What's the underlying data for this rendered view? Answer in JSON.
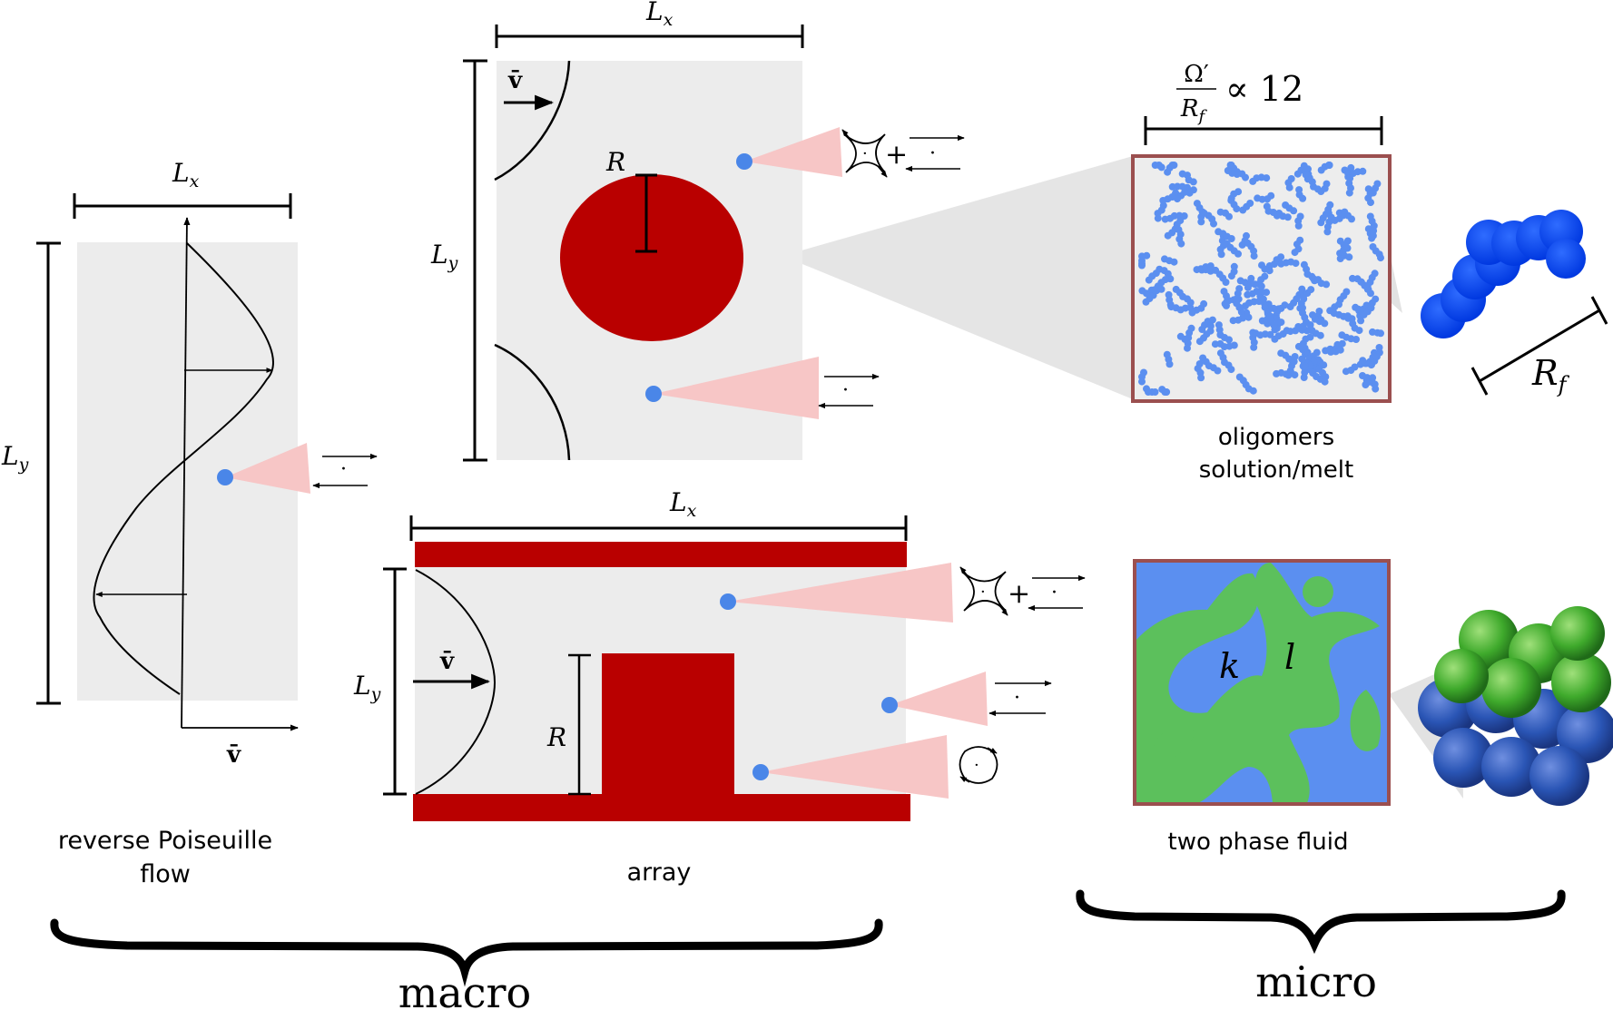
{
  "labels": {
    "lx": "L",
    "lx_sub": "x",
    "ly": "L",
    "ly_sub": "y",
    "r": "R",
    "v": "v̄",
    "plus": "+",
    "omega_num": "Ω′",
    "omega_den_main": "R",
    "omega_den_sub": "f",
    "omega_rel": "∝ 12",
    "rf_main": "R",
    "rf_sub": "f",
    "k": "k",
    "l": "l",
    "dot": "·"
  },
  "captions": {
    "poiseuille_line1": "reverse Poiseuille",
    "poiseuille_line2": "flow",
    "array": "array",
    "oligomers_line1": "oligomers",
    "oligomers_line2": "solution/melt",
    "two_phase": "two phase fluid",
    "macro": "macro",
    "micro": "micro"
  },
  "colors": {
    "domain_bg": "#ececec",
    "obstacle_red": "#b90000",
    "probe_blue": "#4a86e8",
    "cone_pink": "#f7c6c6",
    "frame_brown": "#9b4f4f",
    "phase_blue": "#5b8ff0",
    "phase_green": "#5cc05c",
    "zoom_cone": "#dcdcdc"
  },
  "icons": [
    "shear-flow-icon",
    "extensional-flow-icon",
    "rotational-flow-icon",
    "oligomer-chain-icon",
    "bead-cluster-icon"
  ]
}
